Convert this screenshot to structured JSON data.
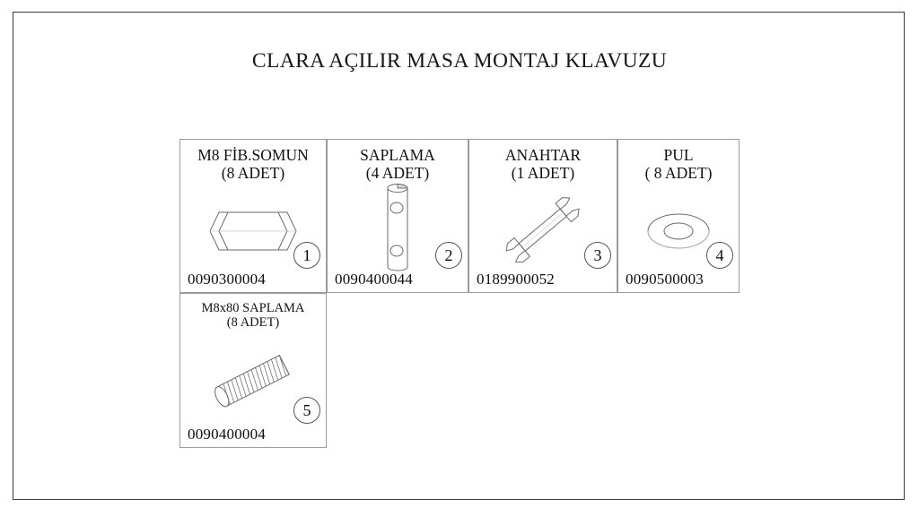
{
  "document": {
    "title": "CLARA AÇILIR MASA MONTAJ KLAVUZU"
  },
  "parts": [
    {
      "title_line1": "M8 FİB.SOMUN",
      "title_line2": "(8 ADET)",
      "code": "0090300004",
      "index": "1",
      "icon": "hex-nut-icon"
    },
    {
      "title_line1": "SAPLAMA",
      "title_line2": "(4 ADET)",
      "code": "0090400044",
      "index": "2",
      "icon": "dowel-rod-icon"
    },
    {
      "title_line1": "ANAHTAR",
      "title_line2": "(1 ADET)",
      "code": "0189900052",
      "index": "3",
      "icon": "wrench-icon"
    },
    {
      "title_line1": "PUL",
      "title_line2": "( 8 ADET)",
      "code": "0090500003",
      "index": "4",
      "icon": "washer-icon"
    },
    {
      "title_line1": "M8x80 SAPLAMA",
      "title_line2": "(8 ADET)",
      "code": "0090400004",
      "index": "5",
      "icon": "threaded-stud-icon"
    }
  ],
  "colors": {
    "page_border": "#3a3a3e",
    "cell_border": "#9b9b9f",
    "line_art": "#6a6a70",
    "text": "#111115"
  }
}
